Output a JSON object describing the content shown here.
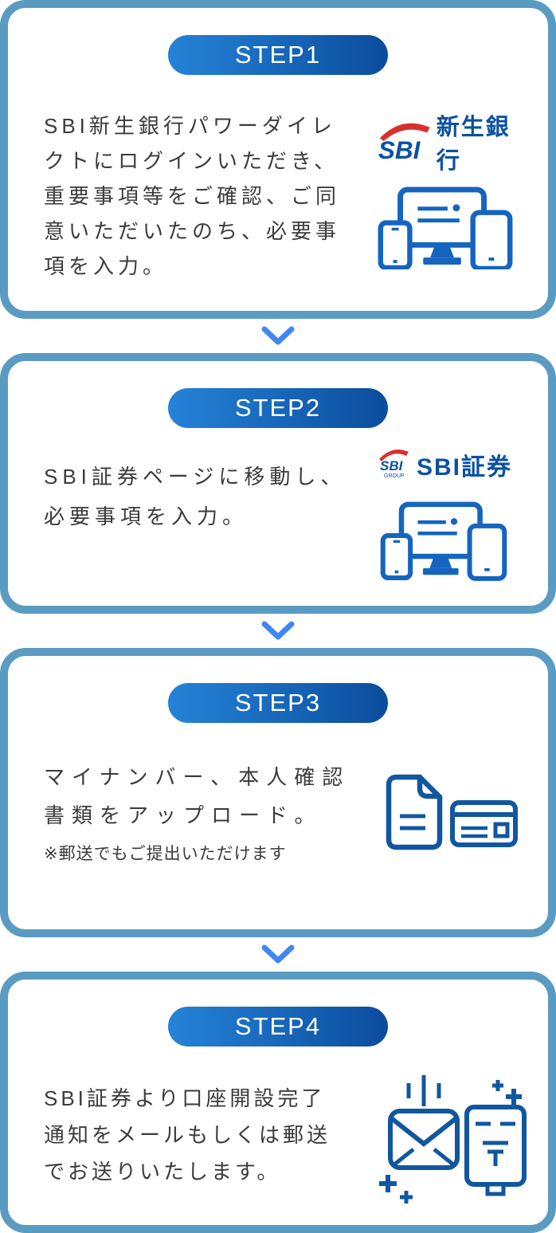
{
  "colors": {
    "card_border": "#5A9BC2",
    "badge_gradient_left": "#2583D8",
    "badge_gradient_right": "#0B4C9C",
    "body_text": "#3B3B3B",
    "icon_blue": "#1565C0",
    "icon_blue_dark": "#11579F",
    "logo_blue": "#0B52A0",
    "logo_red": "#D7312E",
    "arrow_blue": "#4187F2"
  },
  "connector_icon": "chevron-down",
  "steps": [
    {
      "badge": "STEP1",
      "text": "SBI新生銀行パワーダイレ\nクトにログインいただき、\n重要事項等をご確認、ご同\n意いただいたのち、必要事\n項を入力。",
      "logo": {
        "sbi": "SBI",
        "name": "新生銀行"
      },
      "icon": "devices-icon"
    },
    {
      "badge": "STEP2",
      "text": "SBI証券ページに移動し、\n必要事項を入力。",
      "logo": {
        "sbi": "SBI",
        "group": "GROUP",
        "name": "SBI証券"
      },
      "icon": "devices-icon"
    },
    {
      "badge": "STEP3",
      "text": "マイナンバー、本人確認\n書類をアップロード。",
      "note": "※郵送でもご提出いただけます",
      "icon": "document-and-card-icon"
    },
    {
      "badge": "STEP4",
      "text": "SBI証券より口座開設完了\n通知をメールもしくは郵送\nでお送りいたします。",
      "icon": "mail-and-postbox-icon"
    }
  ]
}
